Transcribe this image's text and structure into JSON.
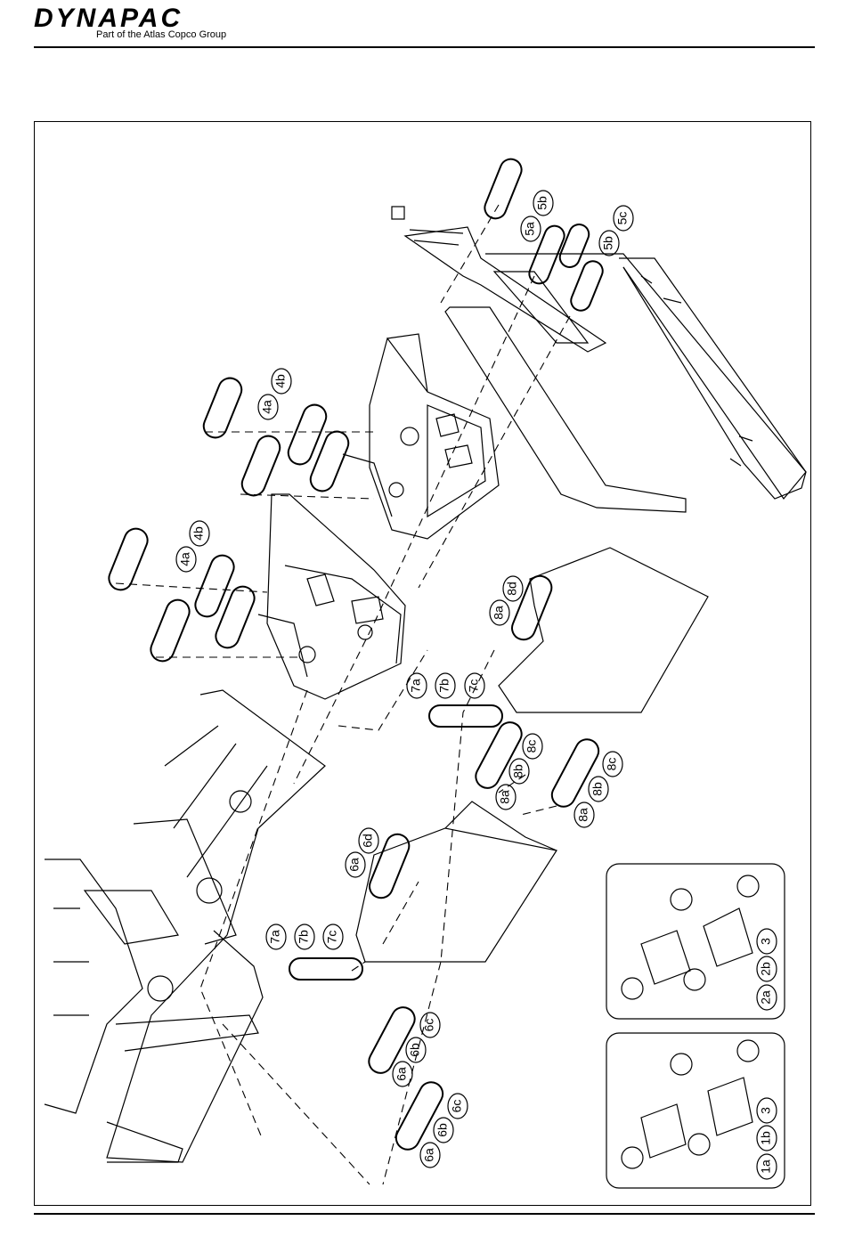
{
  "header": {
    "brand": "DYNAPAC",
    "tagline": "Part of the Atlas Copco Group"
  },
  "callouts": {
    "c_5a": "5a",
    "c_5b": "5b",
    "c_5c": "5c",
    "c_5b2": "5b",
    "c_4a_top": "4a",
    "c_4b_top": "4b",
    "c_4a_mid": "4a",
    "c_4b_mid": "4b",
    "c_8a_top": "8a",
    "c_8d": "8d",
    "c_7a_top": "7a",
    "c_7b_top": "7b",
    "c_7c_top": "7c",
    "c_8a_mid": "8a",
    "c_8b_mid": "8b",
    "c_8c_mid": "8c",
    "c_8a_low": "8a",
    "c_8b_low": "8b",
    "c_8c_low": "8c",
    "c_6a_top": "6a",
    "c_6d": "6d",
    "c_7a_low": "7a",
    "c_7b_low": "7b",
    "c_7c_low": "7c",
    "c_6a_mid": "6a",
    "c_6b_mid": "6b",
    "c_6c_mid": "6c",
    "c_6a_low": "6a",
    "c_6b_low": "6b",
    "c_6c_low": "6c",
    "c_2a": "2a",
    "c_2b": "2b",
    "c_3_top": "3",
    "c_1a": "1a",
    "c_1b": "1b",
    "c_3_low": "3"
  },
  "colors": {
    "line": "#000000",
    "background": "#ffffff"
  }
}
